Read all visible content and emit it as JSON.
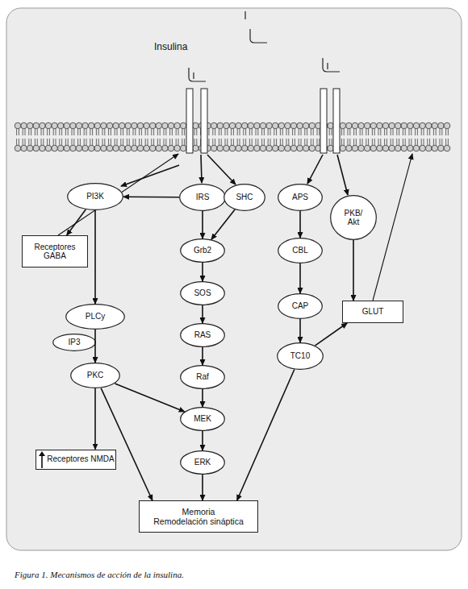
{
  "diagram": {
    "caption": "Figura 1. Mecanismos de acción de la insulina.",
    "nodes": [
      {
        "text": [
          "PI3K"
        ]
      },
      {
        "text": [
          "IRS"
        ]
      },
      {
        "text": [
          "SHC"
        ]
      },
      {
        "text": [
          "APS"
        ]
      },
      {
        "text": [
          "PKB/ Akt"
        ]
      },
      {
        "text": [
          "Receptores GABA"
        ]
      },
      {
        "text": [
          "Grb2"
        ]
      },
      {
        "text": [
          "CBL"
        ]
      },
      {
        "text": [
          "GLUT"
        ]
      },
      {
        "text": [
          "PLCy"
        ]
      },
      {
        "text": [
          "SOS"
        ]
      },
      {
        "text": [
          "CAP"
        ]
      },
      {
        "text": [
          "IP3"
        ]
      },
      {
        "text": [
          "RAS"
        ]
      },
      {
        "text": [
          "TC10"
        ]
      },
      {
        "text": [
          "PKC"
        ]
      },
      {
        "text": [
          "Raf"
        ]
      },
      {
        "text": [
          "MEK"
        ]
      },
      {
        "text": [
          "ERK"
        ]
      },
      {
        "text": [
          "Receptores NMDA"
        ]
      },
      {
        "text": [
          "Memoria",
          "Remodelación sináptica"
        ]
      }
    ],
    "edges": [
      {
        "from": 1,
        "to": 0,
        "arrow": "to"
      },
      {
        "from": 0,
        "to": 5,
        "arrow": "to"
      },
      {
        "from": 0,
        "to": 9,
        "arrow": "to"
      },
      {
        "from": 9,
        "to": 15,
        "arrow": "to"
      },
      {
        "from": 15,
        "to": 19,
        "arrow": "to"
      },
      {
        "from": 15,
        "to": 17,
        "arrow": "to"
      },
      {
        "from": 15,
        "to": 20,
        "arrow": "to"
      },
      {
        "from": 1,
        "to": 6,
        "arrow": "to"
      },
      {
        "from": 2,
        "to": 6,
        "arrow": "to"
      },
      {
        "from": 6,
        "to": 10,
        "arrow": "to"
      },
      {
        "from": 10,
        "to": 13,
        "arrow": "to"
      },
      {
        "from": 13,
        "to": 16,
        "arrow": "to"
      },
      {
        "from": 16,
        "to": 17,
        "arrow": "to"
      },
      {
        "from": 17,
        "to": 18,
        "arrow": "to"
      },
      {
        "from": 18,
        "to": 20,
        "arrow": "to"
      },
      {
        "from": 3,
        "to": 7,
        "arrow": "to"
      },
      {
        "from": 7,
        "to": 11,
        "arrow": "to"
      },
      {
        "from": 11,
        "to": 14,
        "arrow": "to"
      },
      {
        "from": 14,
        "to": 8,
        "arrow": "to"
      },
      {
        "from": 14,
        "to": 20,
        "arrow": "to"
      },
      {
        "from": 4,
        "to": 8,
        "arrow": "to"
      }
    ],
    "labels": [
      "Insulina"
    ]
  }
}
